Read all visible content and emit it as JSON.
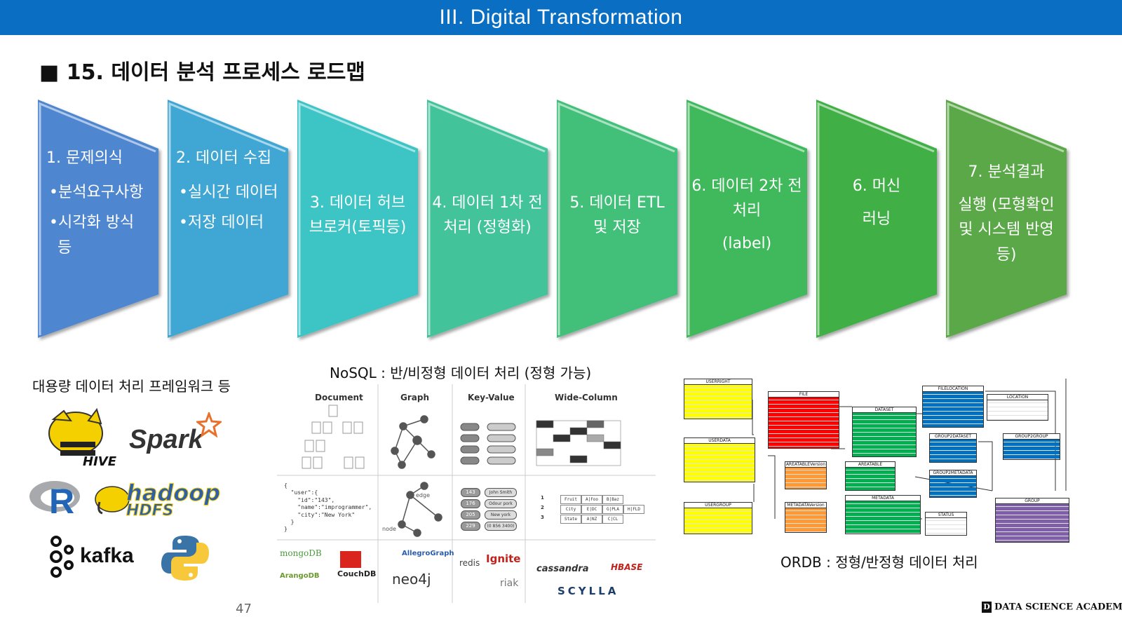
{
  "header": {
    "title": "III. Digital Transformation"
  },
  "page_title": "■ 15. 데이터 분석 프로세스 로드맵",
  "steps": [
    {
      "main": "1. 문제의식",
      "bullets": [
        "•분석요구사항",
        "•시각화 방식 등"
      ],
      "color": "#4f86d0"
    },
    {
      "main": "2. 데이터 수집",
      "bullets": [
        "•실시간 데이터",
        "•저장 데이터"
      ],
      "color": "#41a6d3"
    },
    {
      "main": "3. 데이터 허브 브로커(토픽등)",
      "bullets": [],
      "color": "#3dc4c5"
    },
    {
      "main": "4. 데이터 1차 전처리 (정형화)",
      "bullets": [],
      "color": "#42c39a"
    },
    {
      "main": "5. 데이터 ETL 및 저장",
      "bullets": [],
      "color": "#43c07a"
    },
    {
      "main": "6. 데이터 2차 전처리",
      "extra": "(label)",
      "bullets": [],
      "color": "#3fb95b"
    },
    {
      "main": "6. 머신",
      "extra": "러닝",
      "bullets": [],
      "color": "#3faf44"
    },
    {
      "main": "7. 분석결과",
      "extra": "실행 (모형확인 및 시스템 반영 등)",
      "bullets": [],
      "color": "#5aa846"
    }
  ],
  "frameworks": {
    "caption": "대용량 데이터 처리 프레임워크 등",
    "logos": [
      "HIVE",
      "Spark",
      "R",
      "hadoop",
      "HDFS",
      "kafka"
    ]
  },
  "nosql": {
    "caption": "NoSQL : 반/비정형 데이터 처리  (정형 가능)",
    "columns": [
      "Document",
      "Graph",
      "Key-Value",
      "Wide-Column"
    ],
    "json_sample": "{\n  \"user\":{\n    \"id\":\"143\",\n    \"name\":\"improgrammer\",\n    \"city\":\"New York\"\n  }\n}",
    "graph_labels": [
      "edge",
      "node"
    ],
    "kv_keys": [
      "143",
      "176",
      "205",
      "229"
    ],
    "kv_values": [
      "John Smith",
      "Odour pork",
      "New york",
      "(0 856 3400)"
    ],
    "wc_rows": [
      {
        "id": "1",
        "cells": [
          "Fruit",
          "A|Foo",
          "B|Baz"
        ]
      },
      {
        "id": "2",
        "cells": [
          "City",
          "E|DC",
          "G|PLA",
          "H|FLD"
        ]
      },
      {
        "id": "3",
        "cells": [
          "State",
          "A|NZ",
          "C|CL"
        ]
      }
    ],
    "products": [
      "mongoDB",
      "ArangoDB",
      "CouchDB",
      "AllegroGraph",
      "neo4j",
      "redis",
      "Ignite",
      "riak",
      "cassandra",
      "HBASE",
      "SCYLLA"
    ]
  },
  "ordb": {
    "caption": "ORDB : 정형/반정형 데이터 처리",
    "entities": [
      "USERRIGHT",
      "FILE",
      "DATASET",
      "FILELOCATION",
      "LOCATION",
      "USERDATA",
      "GROUP2DATASET",
      "GROUP2GROUP",
      "AREATABLEVersion",
      "AREATABLE",
      "GROUP2METADATA",
      "USERGROUP",
      "METADATAVersion",
      "METADATA",
      "STATUS",
      "GROUP"
    ]
  },
  "page_number": "47",
  "footer": {
    "brand": "DATA SCIENCE ACADEMY"
  }
}
